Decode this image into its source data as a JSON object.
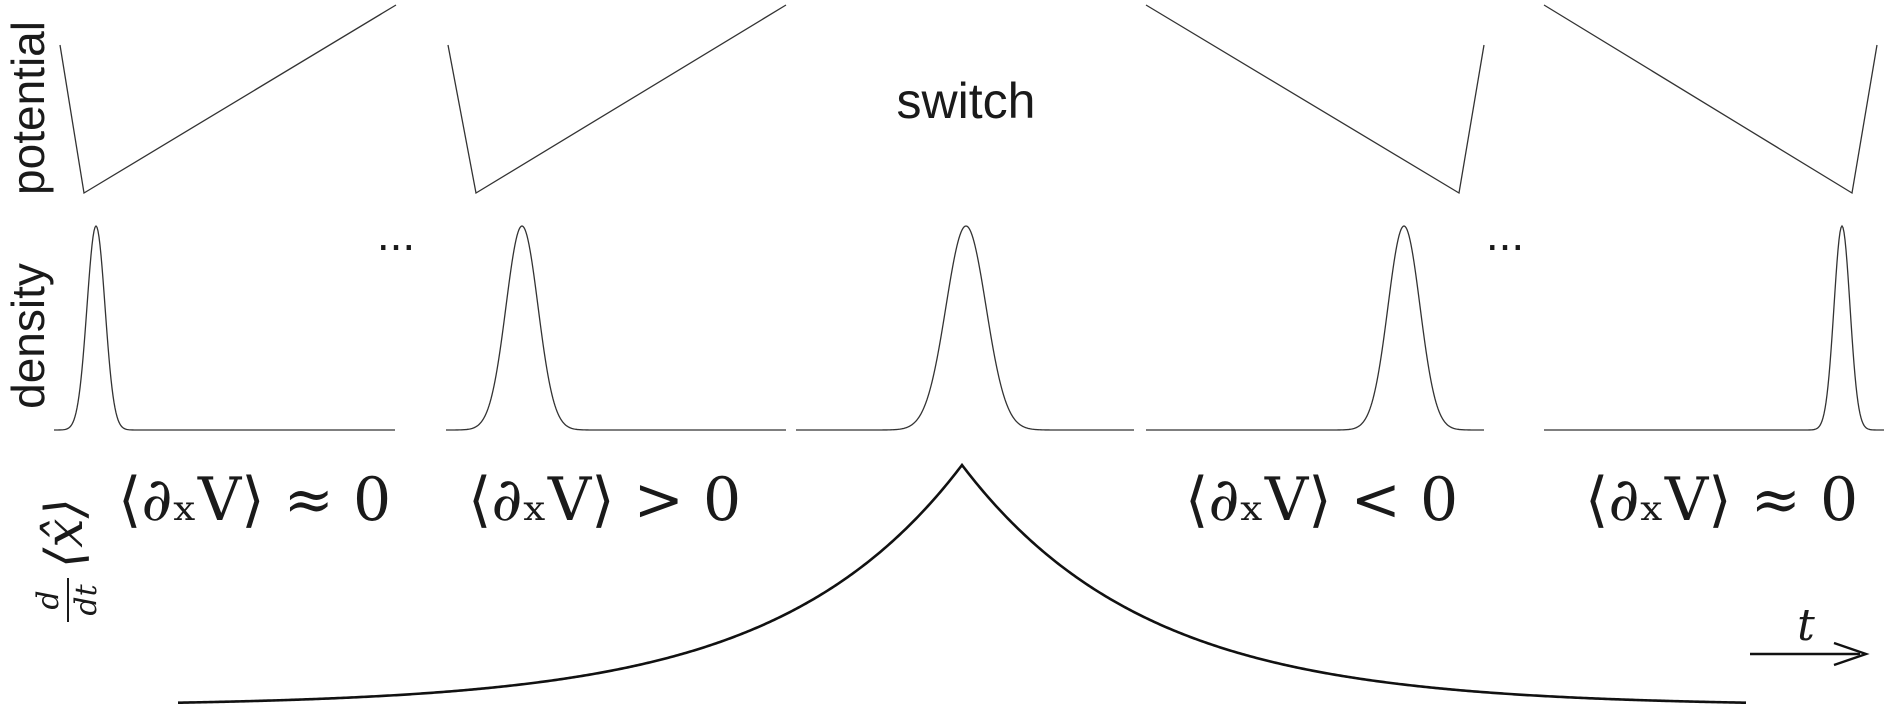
{
  "row_labels": {
    "potential": "potential",
    "density": "density",
    "velocity_num": "d",
    "velocity_den": "dt",
    "velocity_body": "⟨x̂⟩"
  },
  "switch_label": "switch",
  "ellipsis": [
    "...",
    "..."
  ],
  "gradient_labels": [
    "⟨∂ₓV⟩ ≈ 0",
    "⟨∂ₓV⟩ > 0",
    "⟨∂ₓV⟩ < 0",
    "⟨∂ₓV⟩ ≈ 0"
  ],
  "time_axis_label": "t",
  "colors": {
    "line": "#333333",
    "text": "#1a1a1a",
    "background": "#ffffff"
  }
}
